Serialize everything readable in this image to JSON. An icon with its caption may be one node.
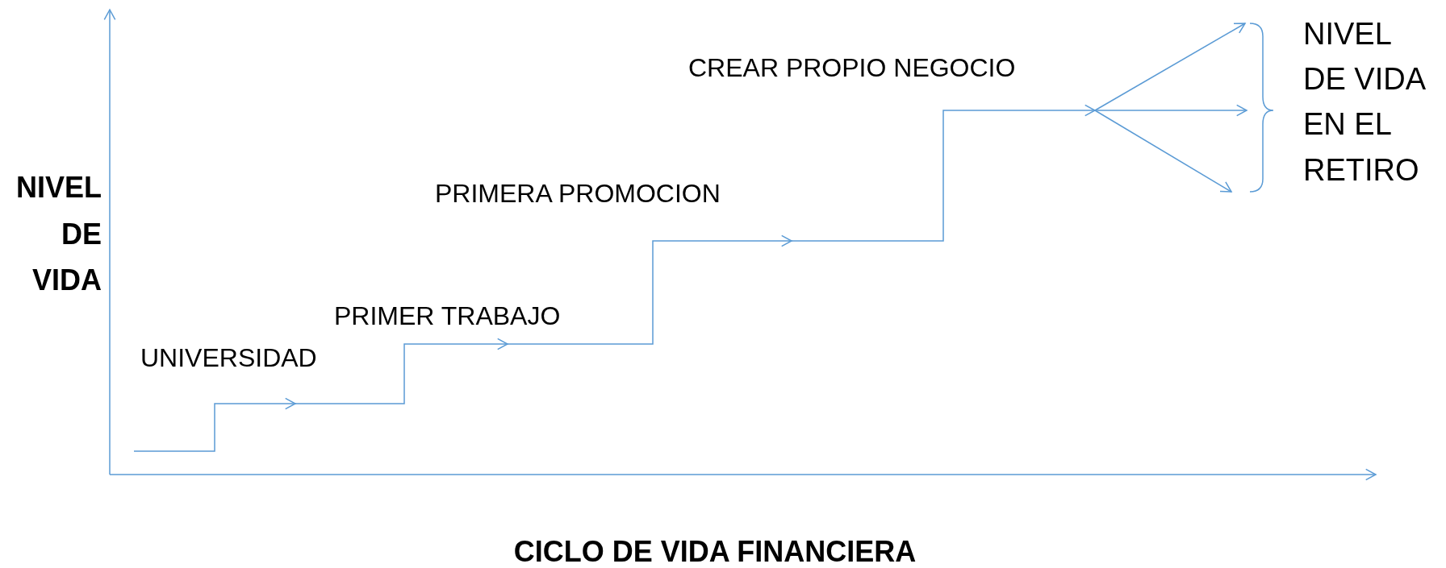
{
  "diagram": {
    "labels": [
      "NIVEL DE VIDA EN EL RETIRO",
      "CREAR PROPIO NEGOCIO",
      "NIVEL DE VIDA",
      "PRIMERA PROMOCION",
      "PRIMER TRABAJO",
      "UNIVERSIDAD",
      "CICLO DE VIDA FINANCIERA"
    ]
  }
}
